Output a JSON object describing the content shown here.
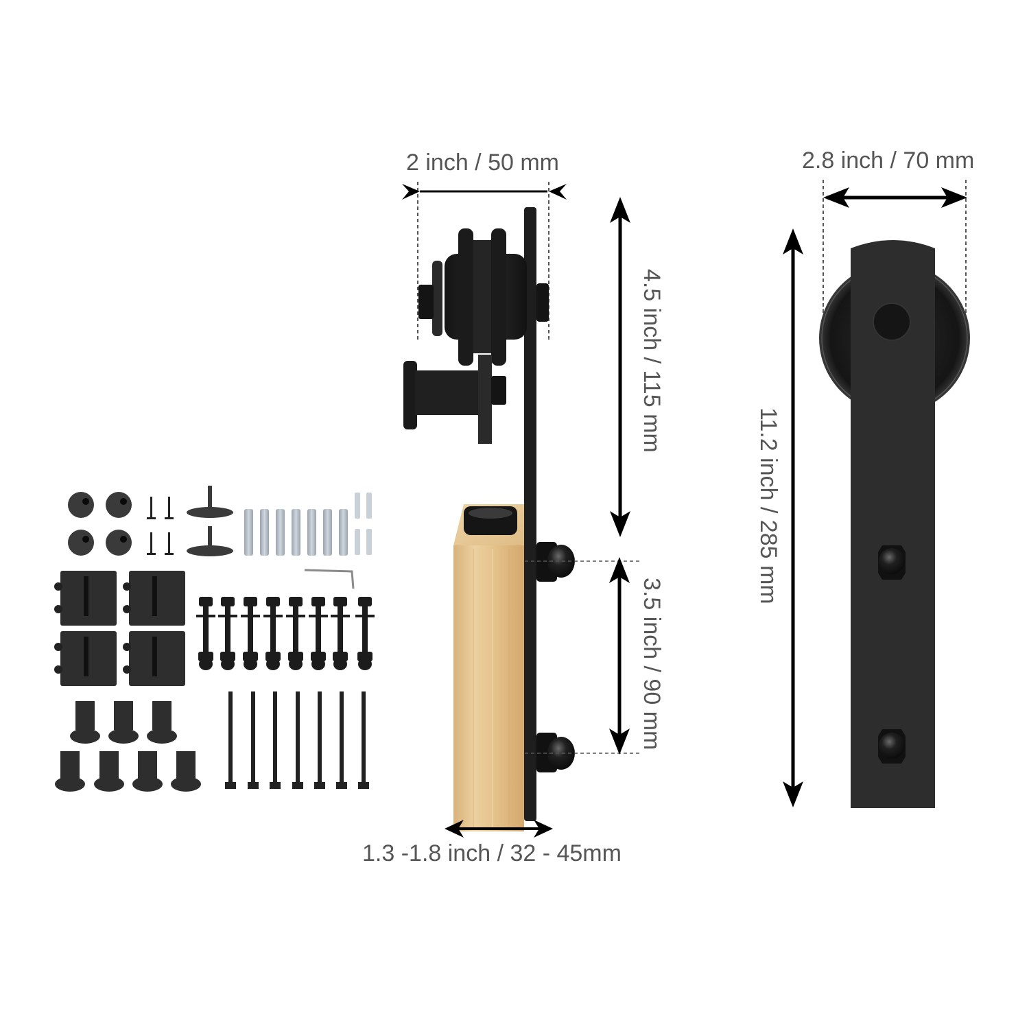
{
  "diagram": {
    "title": "Sliding barn door hardware kit dimensions",
    "colors": {
      "background": "#ffffff",
      "label_text": "#555555",
      "hardware_black": "#1f1f1f",
      "hanger_strap": "#2b2b2b",
      "wood": "#e2bf86",
      "anchor_grey": "#b9c2cb",
      "arrow": "#000000"
    },
    "dimensions": {
      "roller_width": "2 inch / 50 mm",
      "strap_width": "2.8 inch / 70 mm",
      "wheel_to_bolt_height": "4.5 inch / 115 mm",
      "bolt_spacing": "3.5 inch / 90 mm",
      "hanger_total_height": "11.2 inch / 285 mm",
      "door_thickness": "1.3 -1.8 inch / 32 - 45mm"
    },
    "views": [
      {
        "name": "side view",
        "components": [
          "roller wheel",
          "anti-jump block",
          "hanger strap",
          "acorn nuts",
          "door panel (wood)",
          "floor guide"
        ]
      },
      {
        "name": "front view",
        "components": [
          "hanger strap",
          "wheel",
          "axle cap",
          "acorn bolts"
        ]
      }
    ],
    "parts": [
      {
        "name": "round stopper",
        "count": 4
      },
      {
        "name": "small wood screw",
        "count": 4
      },
      {
        "name": "T floor guide",
        "count": 2
      },
      {
        "name": "large wall anchor",
        "count": 7
      },
      {
        "name": "small wall anchor",
        "count": 4
      },
      {
        "name": "hex key",
        "count": 1
      },
      {
        "name": "rail stop bracket",
        "count": 4
      },
      {
        "name": "bolt with acorn nut and washers",
        "count": 8
      },
      {
        "name": "spacer",
        "count": 7
      },
      {
        "name": "lag screw",
        "count": 7
      }
    ]
  }
}
